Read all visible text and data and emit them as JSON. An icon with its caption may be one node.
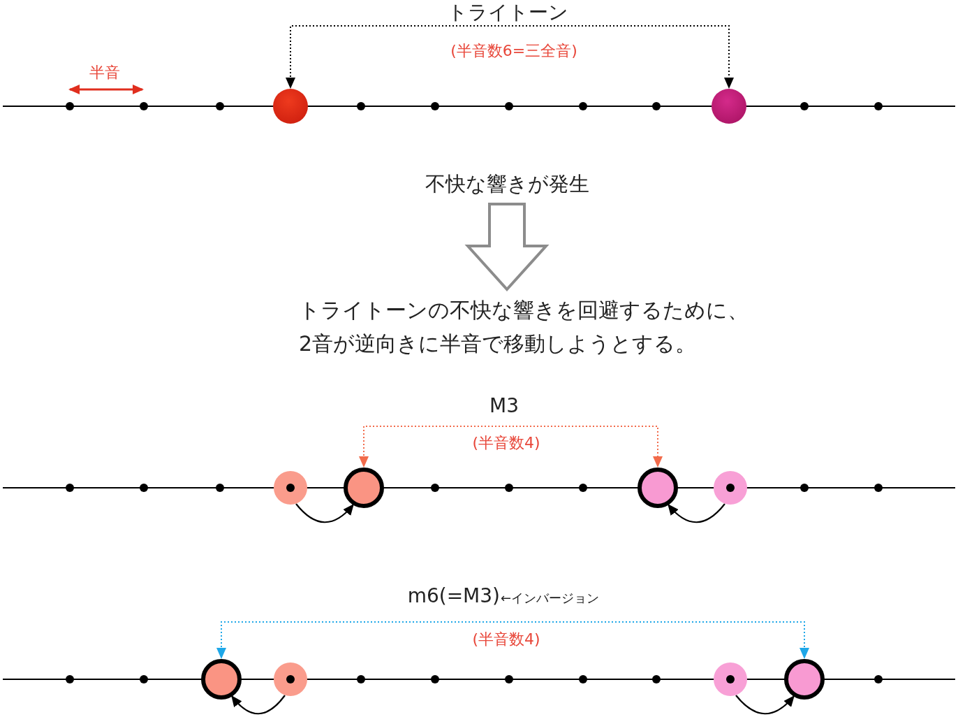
{
  "diagram": {
    "nodes": [
      {
        "text": [],
        "shape": "circle"
      },
      {
        "text": [],
        "shape": "circle"
      },
      {
        "text": [
          "不快な響きが発生"
        ]
      },
      {
        "text": [
          "トライトーンの不快な響きを回避するために、2音が逆向きに半音で移動しようとする。"
        ]
      },
      {
        "text": [],
        "shape": "circle"
      },
      {
        "text": [],
        "shape": "circle"
      },
      {
        "text": [],
        "shape": "circle"
      },
      {
        "text": [],
        "shape": "circle"
      },
      {
        "text": [],
        "shape": "circle"
      },
      {
        "text": [],
        "shape": "circle"
      },
      {
        "text": [],
        "shape": "circle"
      },
      {
        "text": [],
        "shape": "circle"
      }
    ],
    "edges": [
      {
        "from": 0,
        "to": 1,
        "arrow": "both",
        "style": "dashed",
        "label": "トライトーン"
      },
      {
        "from": 2,
        "to": 3,
        "arrow": "to",
        "style": "thick",
        "color": "#8c8c8c"
      },
      {
        "from": 4,
        "to": 5,
        "arrow": "to"
      },
      {
        "from": 5,
        "to": 6,
        "arrow": "both",
        "style": "dashed",
        "color": "#f26b4b",
        "label": "M3"
      },
      {
        "from": 7,
        "to": 6,
        "arrow": "to"
      },
      {
        "from": 9,
        "to": 8,
        "arrow": "to"
      },
      {
        "from": 8,
        "to": 11,
        "arrow": "both",
        "style": "dashed",
        "color": "#1ea7e8",
        "label": "m6(=M3)"
      },
      {
        "from": 10,
        "to": 11,
        "arrow": "to"
      }
    ],
    "labels": [
      "(半音数6=三全音)",
      "半音",
      "(半音数4)",
      "←インバージョン",
      "(半音数4)"
    ]
  }
}
